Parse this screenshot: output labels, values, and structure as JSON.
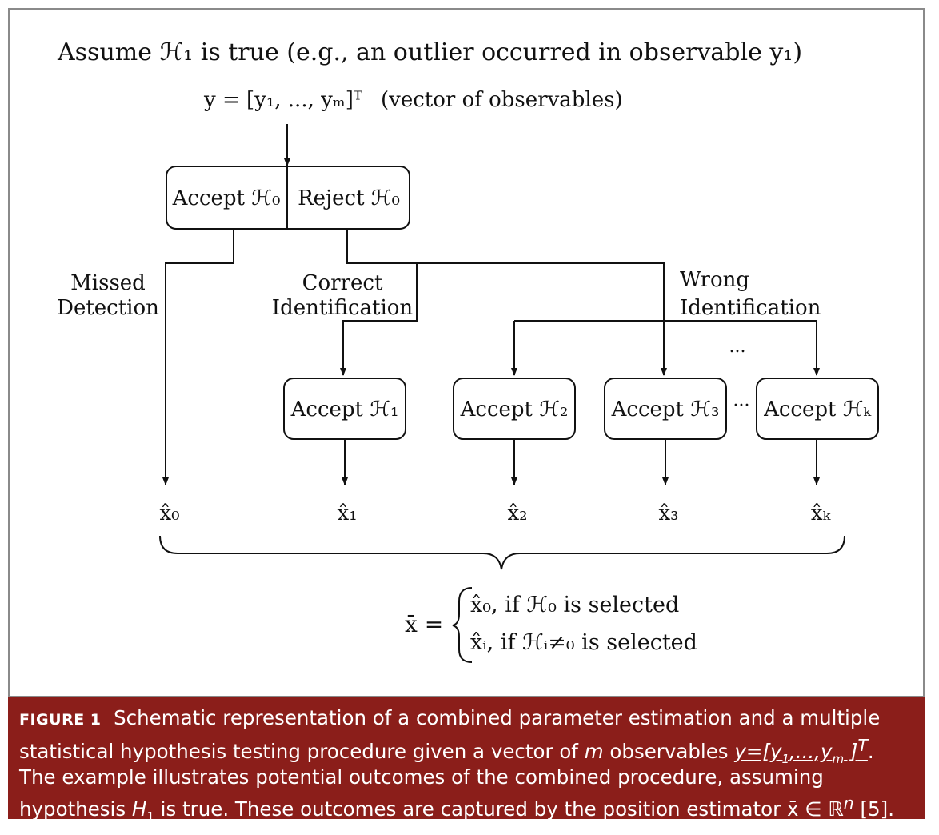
{
  "diagram": {
    "assume_text": "Assume ℋ₁ is true (e.g., an outlier occurred in observable y₁)",
    "vector_text": "y = [y₁, ..., yₘ]ᵀ",
    "vector_note": "(vector of observables)",
    "test_left": "Accept ℋ₀",
    "test_right": "Reject ℋ₀",
    "label_missed_1": "Missed",
    "label_missed_2": "Detection",
    "label_correct_1": "Correct",
    "label_correct_2": "Identification",
    "label_wrong_1": "Wrong",
    "label_wrong_2": "Identification",
    "dots": "...",
    "boxes": [
      "Accept ℋ₁",
      "Accept ℋ₂",
      "Accept ℋ₃",
      "Accept ℋₖ"
    ],
    "box_sep": "···",
    "estimators": [
      "x̂₀",
      "x̂₁",
      "x̂₂",
      "x̂₃",
      "x̂ₖ"
    ],
    "result_lhs": "x̄ =",
    "result_case1": "x̂₀, if ℋ₀ is selected",
    "result_case2": "x̂ᵢ, if ℋᵢ≠₀ is selected"
  },
  "caption": {
    "label": "FIGURE 1",
    "part1": "Schematic representation of a combined parameter estimation and a multiple statistical hypothesis testing procedure given a vector of ",
    "m": "m",
    "part2": " observables ",
    "vec": "y=[y",
    "vec_sub1": "1",
    "vec_mid": ",...,y",
    "vec_subm": "m",
    "vec_end": " ]",
    "vec_T": "T",
    "part3": ". The example illustrates potential outcomes of the combined procedure, assuming hypothesis ",
    "H": "H",
    "H_sub": "1",
    "part4": " is true. These outcomes are captured by the position estimator ",
    "xbar": "x̄",
    "part5": " ∈ ℝ",
    "n": "n",
    "part6": " [5]."
  }
}
